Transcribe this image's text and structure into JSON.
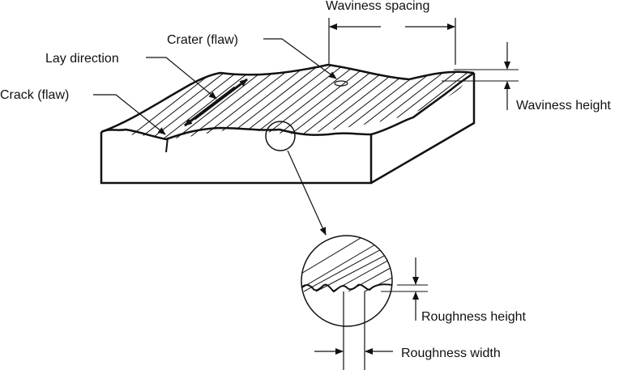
{
  "diagram": {
    "title": "",
    "labels": {
      "waviness_spacing": "Waviness spacing",
      "crater": "Crater (flaw)",
      "lay_direction": "Lay direction",
      "crack": "Crack (flaw)",
      "waviness_height": "Waviness height",
      "roughness_height": "Roughness height",
      "roughness_width": "Roughness width"
    },
    "colors": {
      "ink": "#111111",
      "background": "#ffffff"
    }
  }
}
